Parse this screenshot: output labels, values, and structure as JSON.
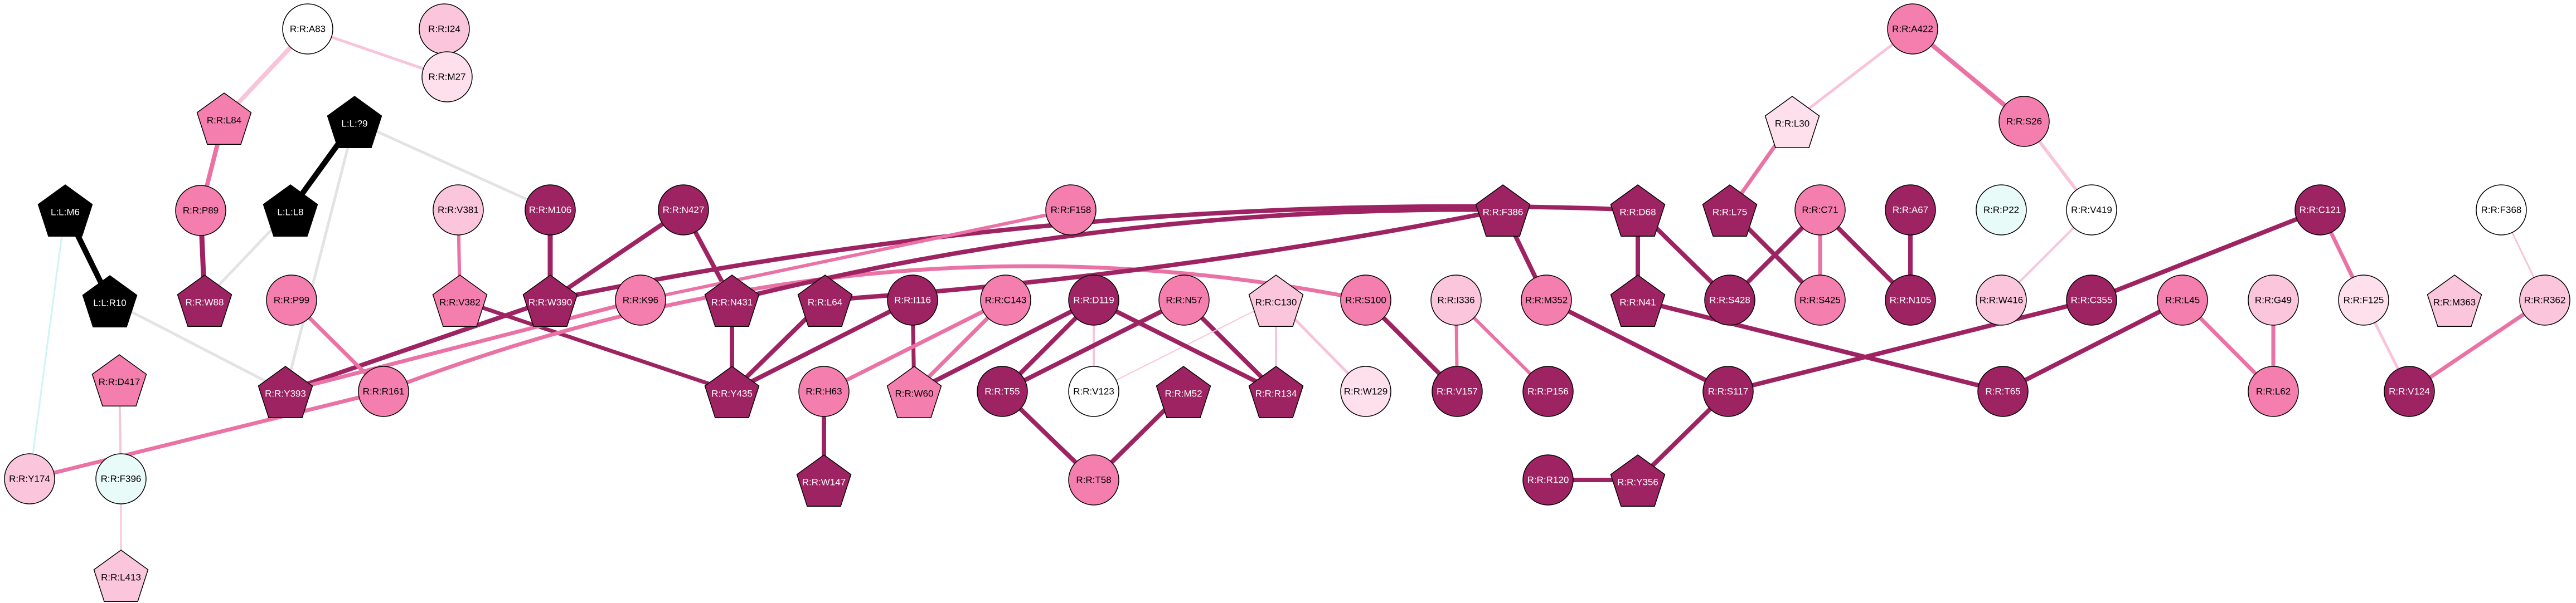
{
  "colors": {
    "c0": "#ffffff",
    "c1": "#fde0ec",
    "c2": "#fbc6dc",
    "c3": "#f47fae",
    "c4": "#9e2362",
    "ligand": "#000000",
    "cyan": "#e8fbf8",
    "edge_light": "#f8c4d9",
    "edge_mid": "#ea72a5",
    "edge_dark": "#9e2362",
    "edge_grey": "#e3e3e3",
    "edge_cyan": "#cdf5f4"
  },
  "nodes": [
    {
      "id": "A83",
      "label": "R:R:A83",
      "shape": "circle",
      "fill": "c0"
    },
    {
      "id": "I24",
      "label": "R:R:I24",
      "shape": "circle",
      "fill": "c2"
    },
    {
      "id": "M27",
      "label": "R:R:M27",
      "shape": "circle",
      "fill": "c1"
    },
    {
      "id": "L84",
      "label": "R:R:L84",
      "shape": "pentagon",
      "fill": "c3"
    },
    {
      "id": "L79",
      "label": "L:L:?9",
      "shape": "pentagon",
      "fill": "ligand"
    },
    {
      "id": "L8",
      "label": "L:L:L8",
      "shape": "pentagon",
      "fill": "ligand"
    },
    {
      "id": "P89",
      "label": "R:R:P89",
      "shape": "circle",
      "fill": "c3"
    },
    {
      "id": "W88",
      "label": "R:R:W88",
      "shape": "pentagon",
      "fill": "c4"
    },
    {
      "id": "M6",
      "label": "L:L:M6",
      "shape": "pentagon",
      "fill": "ligand"
    },
    {
      "id": "R10",
      "label": "L:L:R10",
      "shape": "pentagon",
      "fill": "ligand"
    },
    {
      "id": "V381",
      "label": "R:R:V381",
      "shape": "circle",
      "fill": "c2"
    },
    {
      "id": "M106",
      "label": "R:R:M106",
      "shape": "circle",
      "fill": "c4"
    },
    {
      "id": "N427",
      "label": "R:R:N427",
      "shape": "circle",
      "fill": "c4"
    },
    {
      "id": "V382",
      "label": "R:R:V382",
      "shape": "pentagon",
      "fill": "c3"
    },
    {
      "id": "W390",
      "label": "R:R:W390",
      "shape": "pentagon",
      "fill": "c4"
    },
    {
      "id": "P99",
      "label": "R:R:P99",
      "shape": "circle",
      "fill": "c3"
    },
    {
      "id": "K96",
      "label": "R:R:K96",
      "shape": "circle",
      "fill": "c3"
    },
    {
      "id": "Y393",
      "label": "R:R:Y393",
      "shape": "pentagon",
      "fill": "c4"
    },
    {
      "id": "R161",
      "label": "R:R:R161",
      "shape": "circle",
      "fill": "c3"
    },
    {
      "id": "D417",
      "label": "R:R:D417",
      "shape": "pentagon",
      "fill": "c3"
    },
    {
      "id": "Y174",
      "label": "R:R:Y174",
      "shape": "circle",
      "fill": "c2"
    },
    {
      "id": "F396",
      "label": "R:R:F396",
      "shape": "circle",
      "fill": "cyan"
    },
    {
      "id": "L413",
      "label": "R:R:L413",
      "shape": "pentagon",
      "fill": "c2"
    },
    {
      "id": "N431",
      "label": "R:R:N431",
      "shape": "pentagon",
      "fill": "c4"
    },
    {
      "id": "Y435",
      "label": "R:R:Y435",
      "shape": "pentagon",
      "fill": "c4"
    },
    {
      "id": "F158",
      "label": "R:R:F158",
      "shape": "circle",
      "fill": "c3"
    },
    {
      "id": "L64",
      "label": "R:R:L64",
      "shape": "pentagon",
      "fill": "c4"
    },
    {
      "id": "I116",
      "label": "R:R:I116",
      "shape": "circle",
      "fill": "c4"
    },
    {
      "id": "C143",
      "label": "R:R:C143",
      "shape": "circle",
      "fill": "c3"
    },
    {
      "id": "H63",
      "label": "R:R:H63",
      "shape": "circle",
      "fill": "c3"
    },
    {
      "id": "W60",
      "label": "R:R:W60",
      "shape": "pentagon",
      "fill": "c3"
    },
    {
      "id": "W147",
      "label": "R:R:W147",
      "shape": "pentagon",
      "fill": "c4"
    },
    {
      "id": "D119",
      "label": "R:R:D119",
      "shape": "circle",
      "fill": "c4"
    },
    {
      "id": "T55",
      "label": "R:R:T55",
      "shape": "circle",
      "fill": "c4"
    },
    {
      "id": "V123",
      "label": "R:R:V123",
      "shape": "circle",
      "fill": "c0"
    },
    {
      "id": "N57",
      "label": "R:R:N57",
      "shape": "circle",
      "fill": "c3"
    },
    {
      "id": "M52",
      "label": "R:R:M52",
      "shape": "pentagon",
      "fill": "c4"
    },
    {
      "id": "T58",
      "label": "R:R:T58",
      "shape": "circle",
      "fill": "c3"
    },
    {
      "id": "C130",
      "label": "R:R:C130",
      "shape": "pentagon",
      "fill": "c2"
    },
    {
      "id": "R134",
      "label": "R:R:R134",
      "shape": "pentagon",
      "fill": "c4"
    },
    {
      "id": "S100",
      "label": "R:R:S100",
      "shape": "circle",
      "fill": "c3"
    },
    {
      "id": "W129",
      "label": "R:R:W129",
      "shape": "circle",
      "fill": "c1"
    },
    {
      "id": "F386",
      "label": "R:R:F386",
      "shape": "pentagon",
      "fill": "c4"
    },
    {
      "id": "D68",
      "label": "R:R:D68",
      "shape": "pentagon",
      "fill": "c4"
    },
    {
      "id": "I336",
      "label": "R:R:I336",
      "shape": "circle",
      "fill": "c2"
    },
    {
      "id": "V157",
      "label": "R:R:V157",
      "shape": "circle",
      "fill": "c4"
    },
    {
      "id": "M352",
      "label": "R:R:M352",
      "shape": "circle",
      "fill": "c3"
    },
    {
      "id": "N41",
      "label": "R:R:N41",
      "shape": "pentagon",
      "fill": "c4"
    },
    {
      "id": "P156",
      "label": "R:R:P156",
      "shape": "circle",
      "fill": "c4"
    },
    {
      "id": "R120",
      "label": "R:R:R120",
      "shape": "circle",
      "fill": "c4"
    },
    {
      "id": "S117",
      "label": "R:R:S117",
      "shape": "circle",
      "fill": "c4"
    },
    {
      "id": "Y356",
      "label": "R:R:Y356",
      "shape": "pentagon",
      "fill": "c4"
    },
    {
      "id": "A422",
      "label": "R:R:A422",
      "shape": "circle",
      "fill": "c3"
    },
    {
      "id": "L30",
      "label": "R:R:L30",
      "shape": "pentagon",
      "fill": "c1"
    },
    {
      "id": "S26",
      "label": "R:R:S26",
      "shape": "circle",
      "fill": "c3"
    },
    {
      "id": "L75",
      "label": "R:R:L75",
      "shape": "pentagon",
      "fill": "c4"
    },
    {
      "id": "C71",
      "label": "R:R:C71",
      "shape": "circle",
      "fill": "c3"
    },
    {
      "id": "A67",
      "label": "R:R:A67",
      "shape": "circle",
      "fill": "c4"
    },
    {
      "id": "S428",
      "label": "R:R:S428",
      "shape": "circle",
      "fill": "c4"
    },
    {
      "id": "S425",
      "label": "R:R:S425",
      "shape": "circle",
      "fill": "c3"
    },
    {
      "id": "N105",
      "label": "R:R:N105",
      "shape": "circle",
      "fill": "c4"
    },
    {
      "id": "P22",
      "label": "R:R:P22",
      "shape": "circle",
      "fill": "cyan"
    },
    {
      "id": "V419",
      "label": "R:R:V419",
      "shape": "circle",
      "fill": "c0"
    },
    {
      "id": "W416",
      "label": "R:R:W416",
      "shape": "circle",
      "fill": "c2"
    },
    {
      "id": "T65",
      "label": "R:R:T65",
      "shape": "circle",
      "fill": "c4"
    },
    {
      "id": "C121",
      "label": "R:R:C121",
      "shape": "circle",
      "fill": "c4"
    },
    {
      "id": "C355",
      "label": "R:R:C355",
      "shape": "circle",
      "fill": "c4"
    },
    {
      "id": "L45",
      "label": "R:R:L45",
      "shape": "circle",
      "fill": "c3"
    },
    {
      "id": "G49",
      "label": "R:R:G49",
      "shape": "circle",
      "fill": "c2"
    },
    {
      "id": "L62",
      "label": "R:R:L62",
      "shape": "circle",
      "fill": "c3"
    },
    {
      "id": "F368",
      "label": "R:R:F368",
      "shape": "circle",
      "fill": "c0"
    },
    {
      "id": "F125",
      "label": "R:R:F125",
      "shape": "circle",
      "fill": "c1"
    },
    {
      "id": "M363",
      "label": "R:R:M363",
      "shape": "pentagon",
      "fill": "c2"
    },
    {
      "id": "R362",
      "label": "R:R:R362",
      "shape": "circle",
      "fill": "c2"
    },
    {
      "id": "V124",
      "label": "R:R:V124",
      "shape": "circle",
      "fill": "c4"
    }
  ],
  "edges": [
    {
      "from": "A83",
      "to": "L84",
      "color": "edge_light",
      "w": 8
    },
    {
      "from": "A83",
      "to": "M27",
      "color": "edge_light",
      "w": 5
    },
    {
      "from": "I24",
      "to": "M27",
      "color": "edge_light",
      "w": 5
    },
    {
      "from": "L84",
      "to": "P89",
      "color": "edge_mid",
      "w": 8
    },
    {
      "from": "P89",
      "to": "W88",
      "color": "edge_dark",
      "w": 9
    },
    {
      "from": "L79",
      "to": "L8",
      "color": "ligand",
      "w": 10
    },
    {
      "from": "L79",
      "to": "M106",
      "color": "edge_grey",
      "w": 5
    },
    {
      "from": "L79",
      "to": "Y393",
      "color": "edge_grey",
      "w": 5
    },
    {
      "from": "L8",
      "to": "W88",
      "color": "edge_grey",
      "w": 5
    },
    {
      "from": "M6",
      "to": "R10",
      "color": "ligand",
      "w": 10
    },
    {
      "from": "M6",
      "to": "Y174",
      "color": "edge_cyan",
      "w": 3
    },
    {
      "from": "R10",
      "to": "Y393",
      "color": "edge_grey",
      "w": 5
    },
    {
      "from": "M106",
      "to": "W390",
      "color": "edge_dark",
      "w": 9
    },
    {
      "from": "V381",
      "to": "V382",
      "color": "edge_mid",
      "w": 6
    },
    {
      "from": "V382",
      "to": "Y435",
      "color": "edge_dark",
      "w": 7
    },
    {
      "from": "N427",
      "to": "W390",
      "color": "edge_dark",
      "w": 8
    },
    {
      "from": "N427",
      "to": "N431",
      "color": "edge_dark",
      "w": 8
    },
    {
      "from": "W390",
      "to": "Y393",
      "color": "edge_dark",
      "w": 8
    },
    {
      "from": "W390",
      "to": "D68",
      "color": "edge_dark",
      "w": 8,
      "curve": -120
    },
    {
      "from": "P99",
      "to": "R161",
      "color": "edge_mid",
      "w": 7
    },
    {
      "from": "K96",
      "to": "Y393",
      "color": "edge_mid",
      "w": 7
    },
    {
      "from": "R161",
      "to": "Y174",
      "color": "edge_mid",
      "w": 7
    },
    {
      "from": "R161",
      "to": "S100",
      "color": "edge_mid",
      "w": 7,
      "curve": -260
    },
    {
      "from": "D417",
      "to": "F396",
      "color": "edge_light",
      "w": 4
    },
    {
      "from": "F396",
      "to": "L413",
      "color": "edge_light",
      "w": 3
    },
    {
      "from": "N431",
      "to": "Y435",
      "color": "edge_dark",
      "w": 8
    },
    {
      "from": "N431",
      "to": "F386",
      "color": "edge_dark",
      "w": 8,
      "curve": -90
    },
    {
      "from": "L64",
      "to": "Y435",
      "color": "edge_dark",
      "w": 8
    },
    {
      "from": "I116",
      "to": "Y435",
      "color": "edge_dark",
      "w": 8
    },
    {
      "from": "I116",
      "to": "W60",
      "color": "edge_dark",
      "w": 7
    },
    {
      "from": "F158",
      "to": "K96",
      "color": "edge_mid",
      "w": 6
    },
    {
      "from": "C143",
      "to": "H63",
      "color": "edge_mid",
      "w": 7
    },
    {
      "from": "C143",
      "to": "W60",
      "color": "edge_mid",
      "w": 7
    },
    {
      "from": "H63",
      "to": "W147",
      "color": "edge_dark",
      "w": 8
    },
    {
      "from": "D119",
      "to": "W60",
      "color": "edge_dark",
      "w": 8
    },
    {
      "from": "D119",
      "to": "T55",
      "color": "edge_dark",
      "w": 8
    },
    {
      "from": "D119",
      "to": "V123",
      "color": "edge_light",
      "w": 4
    },
    {
      "from": "N57",
      "to": "T55",
      "color": "edge_dark",
      "w": 8
    },
    {
      "from": "N57",
      "to": "R134",
      "color": "edge_dark",
      "w": 8
    },
    {
      "from": "T55",
      "to": "T58",
      "color": "edge_dark",
      "w": 8
    },
    {
      "from": "M52",
      "to": "T58",
      "color": "edge_dark",
      "w": 8
    },
    {
      "from": "C130",
      "to": "R134",
      "color": "edge_light",
      "w": 4
    },
    {
      "from": "C130",
      "to": "W129",
      "color": "edge_light",
      "w": 5
    },
    {
      "from": "C130",
      "to": "V123",
      "color": "edge_light",
      "w": 2
    },
    {
      "from": "D119",
      "to": "R134",
      "color": "edge_dark",
      "w": 8
    },
    {
      "from": "F386",
      "to": "L64",
      "color": "edge_dark",
      "w": 8,
      "curve": 40
    },
    {
      "from": "F386",
      "to": "M352",
      "color": "edge_dark",
      "w": 8
    },
    {
      "from": "D68",
      "to": "N41",
      "color": "edge_dark",
      "w": 8
    },
    {
      "from": "D68",
      "to": "S428",
      "color": "edge_dark",
      "w": 8
    },
    {
      "from": "S100",
      "to": "V157",
      "color": "edge_dark",
      "w": 8
    },
    {
      "from": "I336",
      "to": "V157",
      "color": "edge_mid",
      "w": 6
    },
    {
      "from": "I336",
      "to": "P156",
      "color": "edge_mid",
      "w": 6
    },
    {
      "from": "M352",
      "to": "S117",
      "color": "edge_dark",
      "w": 8
    },
    {
      "from": "N41",
      "to": "T65",
      "color": "edge_dark",
      "w": 8
    },
    {
      "from": "R120",
      "to": "Y356",
      "color": "edge_dark",
      "w": 8
    },
    {
      "from": "S117",
      "to": "Y356",
      "color": "edge_dark",
      "w": 8
    },
    {
      "from": "S117",
      "to": "C355",
      "color": "edge_dark",
      "w": 8
    },
    {
      "from": "A422",
      "to": "L30",
      "color": "edge_light",
      "w": 5
    },
    {
      "from": "A422",
      "to": "S26",
      "color": "edge_mid",
      "w": 8
    },
    {
      "from": "L30",
      "to": "L75",
      "color": "edge_mid",
      "w": 7
    },
    {
      "from": "S26",
      "to": "V419",
      "color": "edge_light",
      "w": 6
    },
    {
      "from": "L75",
      "to": "S425",
      "color": "edge_dark",
      "w": 8
    },
    {
      "from": "C71",
      "to": "S428",
      "color": "edge_dark",
      "w": 8
    },
    {
      "from": "C71",
      "to": "S425",
      "color": "edge_mid",
      "w": 7
    },
    {
      "from": "C71",
      "to": "N105",
      "color": "edge_dark",
      "w": 8
    },
    {
      "from": "A67",
      "to": "N105",
      "color": "edge_dark",
      "w": 8
    },
    {
      "from": "V419",
      "to": "W416",
      "color": "edge_light",
      "w": 4
    },
    {
      "from": "C121",
      "to": "C355",
      "color": "edge_dark",
      "w": 8
    },
    {
      "from": "C121",
      "to": "F125",
      "color": "edge_mid",
      "w": 7
    },
    {
      "from": "L45",
      "to": "T65",
      "color": "edge_dark",
      "w": 8
    },
    {
      "from": "L45",
      "to": "L62",
      "color": "edge_mid",
      "w": 7
    },
    {
      "from": "G49",
      "to": "L62",
      "color": "edge_mid",
      "w": 7
    },
    {
      "from": "F125",
      "to": "V124",
      "color": "edge_light",
      "w": 5
    },
    {
      "from": "F368",
      "to": "R362",
      "color": "edge_light",
      "w": 3
    },
    {
      "from": "R362",
      "to": "V124",
      "color": "edge_mid",
      "w": 7
    }
  ]
}
